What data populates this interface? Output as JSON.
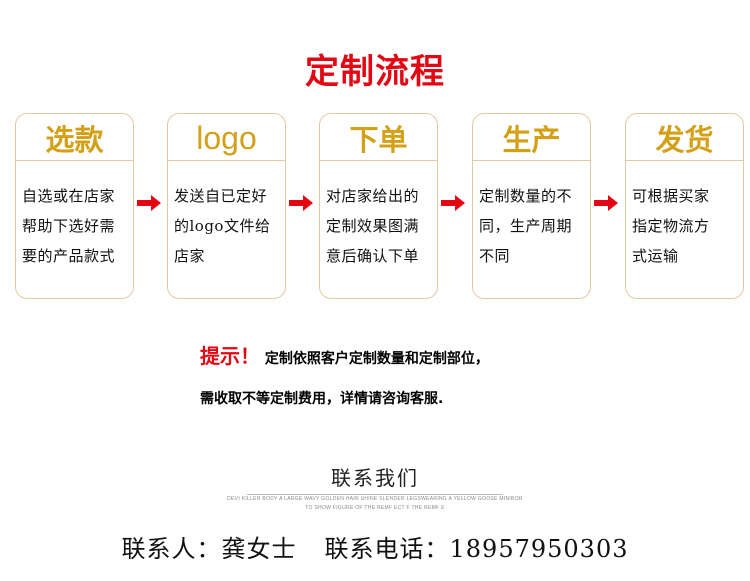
{
  "title": "定制流程",
  "steps": [
    {
      "title": "选款",
      "lines": [
        "自选或在店家",
        "帮助下选好需",
        "要的产品款式"
      ]
    },
    {
      "title": "logo",
      "lines": [
        "发送自已定好",
        "的logo文件给",
        "店家"
      ]
    },
    {
      "title": "下单",
      "lines": [
        "对店家给出的",
        "定制效果图满",
        "意后确认下单"
      ]
    },
    {
      "title": "生产",
      "lines": [
        "定制数量的不",
        "同，生产周期",
        "不同"
      ]
    },
    {
      "title": "发货",
      "lines": [
        "可根据买家",
        "指定物流方",
        "式运输"
      ]
    }
  ],
  "tip": {
    "label": "提示！",
    "line1": "定制依照客户定制数量和定制部位，",
    "line2": "需收取不等定制费用，详情请咨询客服."
  },
  "contact": {
    "heading": "联系我们",
    "micro1": "DEVI KILLER BODY A LARGE WAVY GOLDEN HAIR SHINE SLENDER LEGSWEARING A YELLOW GOOSE MINIBOR",
    "micro2": "TO SHOW FIGURE OF THE REMF ECT F THE REMF E",
    "person": "联系人：龚女士",
    "phone": "联系电话：18957950303"
  },
  "colors": {
    "title": "#e30613",
    "step_title": "#d4a017",
    "border": "#e6c7a3",
    "arrow": "#e30613"
  }
}
